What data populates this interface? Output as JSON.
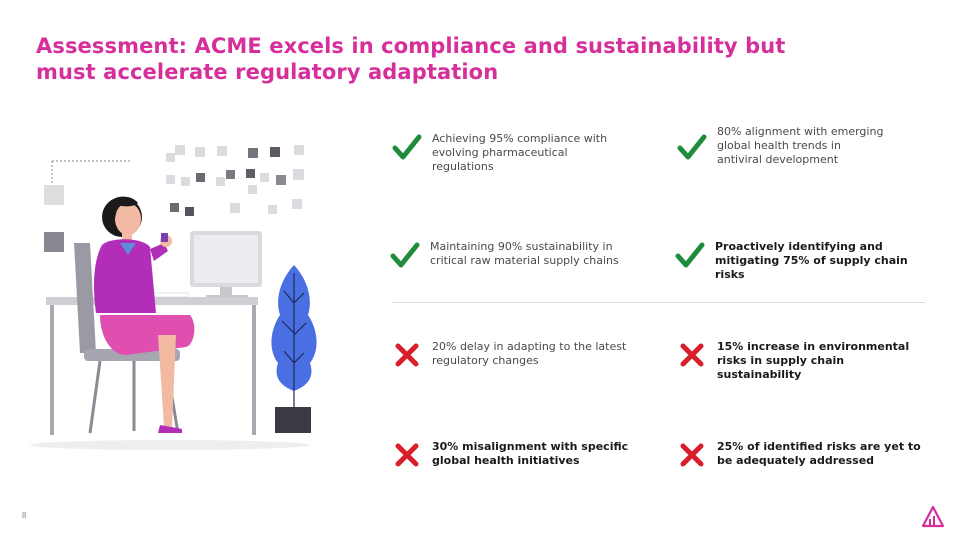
{
  "slide": {
    "title": "Assessment: ACME excels in compliance and sustainability but must accelerate regulatory adaptation",
    "page_number": "8"
  },
  "colors": {
    "title": "#D62F9C",
    "check": "#1F8C3B",
    "cross": "#D81E2A",
    "dark_text": "#1a1a1a",
    "muted_text": "#4a4a4a",
    "outfit": "#B22DB8",
    "plant": "#4A6FE3"
  },
  "strengths": [
    {
      "text": "Achieving 95% compliance with evolving pharmaceutical regulations",
      "icon": "check-icon"
    },
    {
      "text": "80% alignment with emerging global health trends in antiviral development",
      "icon": "check-icon"
    },
    {
      "text": "Maintaining 90% sustainability in critical raw material supply chains",
      "icon": "check-icon"
    },
    {
      "text": "Proactively identifying and mitigating 75% of supply chain risks",
      "icon": "check-icon"
    }
  ],
  "weaknesses": [
    {
      "text": "20% delay in adapting to the latest regulatory changes",
      "icon": "cross-icon"
    },
    {
      "text": "15% increase in environmental risks in supply chain sustainability",
      "icon": "cross-icon"
    },
    {
      "text": "30% misalignment with specific global health initiatives",
      "icon": "cross-icon"
    },
    {
      "text": "25% of identified risks are yet to be adequately addressed",
      "icon": "cross-icon"
    }
  ]
}
